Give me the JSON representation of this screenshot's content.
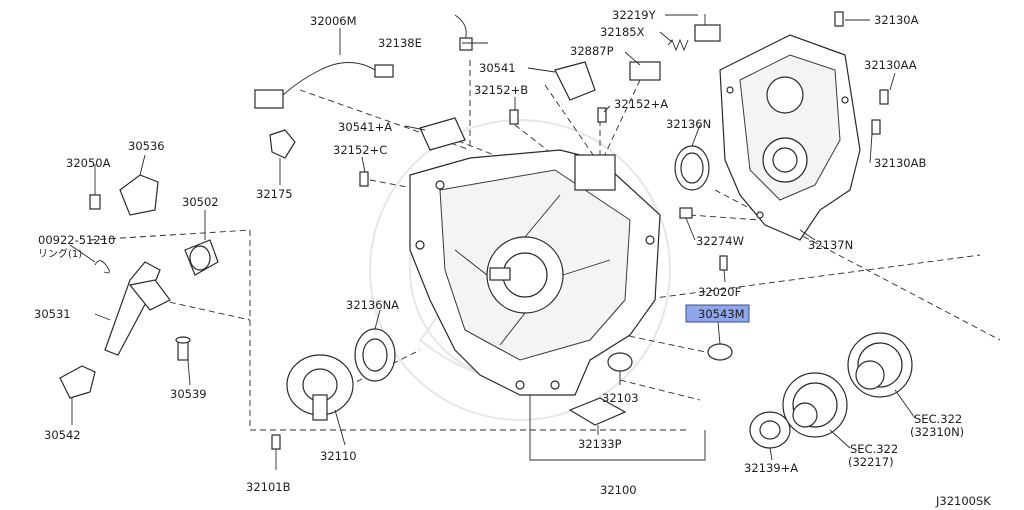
{
  "diagram": {
    "code": "J32100SK",
    "highlighted_part": "30543M",
    "highlight_color": "#8fa6e8",
    "parts": {
      "p32006M": "32006M",
      "p32138E": "32138E",
      "p32219Y": "32219Y",
      "p32185X": "32185X",
      "p32887P": "32887P",
      "p32130A": "32130A",
      "p32130AA": "32130AA",
      "p32130AB": "32130AB",
      "p30541": "30541",
      "p32152B": "32152+B",
      "p32152A": "32152+A",
      "p30541A": "30541+A",
      "p32136N": "32136N",
      "p32152C": "32152+C",
      "p32050A": "32050A",
      "p30536": "30536",
      "p32175": "32175",
      "p30502": "30502",
      "p00922": "00922-51210",
      "p00922sub": "リング(1)",
      "p32274W": "32274W",
      "p32137N": "32137N",
      "p32020F": "32020F",
      "p30531": "30531",
      "p32136NA": "32136NA",
      "p30543M": "30543M",
      "p30539": "30539",
      "p32103": "32103",
      "p30542": "30542",
      "p32110": "32110",
      "p32133P": "32133P",
      "p32139A": "32139+A",
      "p32101B": "32101B",
      "p32100": "32100",
      "sec322a": "SEC.322",
      "sec322a_sub": "(32310N)",
      "sec322b": "SEC.322",
      "sec322b_sub": "(32217)"
    }
  }
}
